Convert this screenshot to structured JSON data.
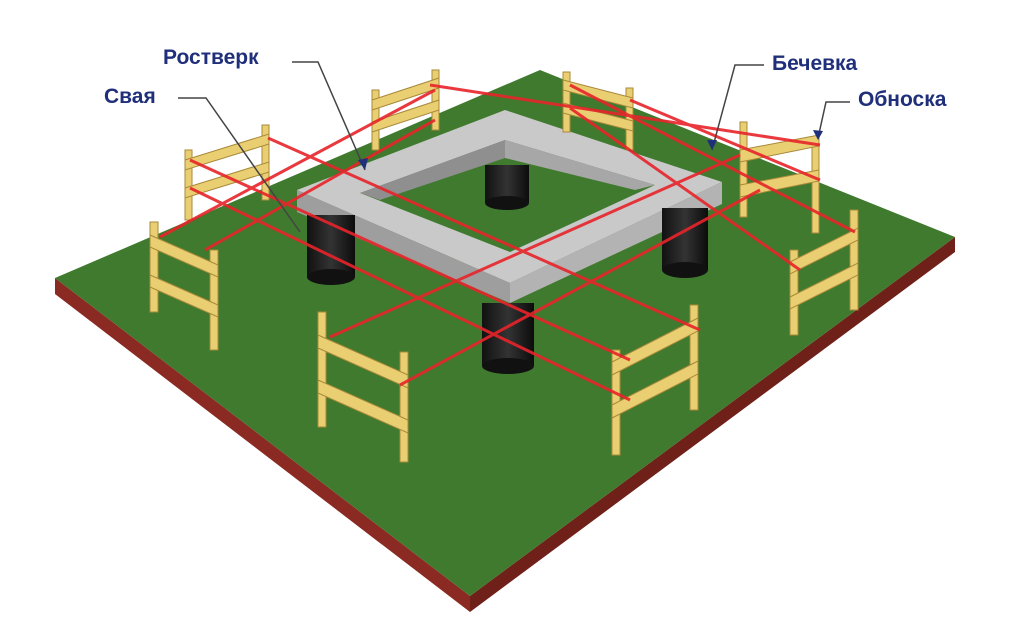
{
  "labels": {
    "rostverk": "Ростверк",
    "svaya": "Свая",
    "bechevka": "Бечевка",
    "obnoska": "Обноска"
  },
  "colors": {
    "grass": "#3f7a2e",
    "soil_edge": "#8a2a22",
    "concrete": "#b9b9b9",
    "pile": "#1c1c1c",
    "wood": "#e9cf72",
    "string": "#e8242a",
    "label": "#1f2f7a"
  }
}
